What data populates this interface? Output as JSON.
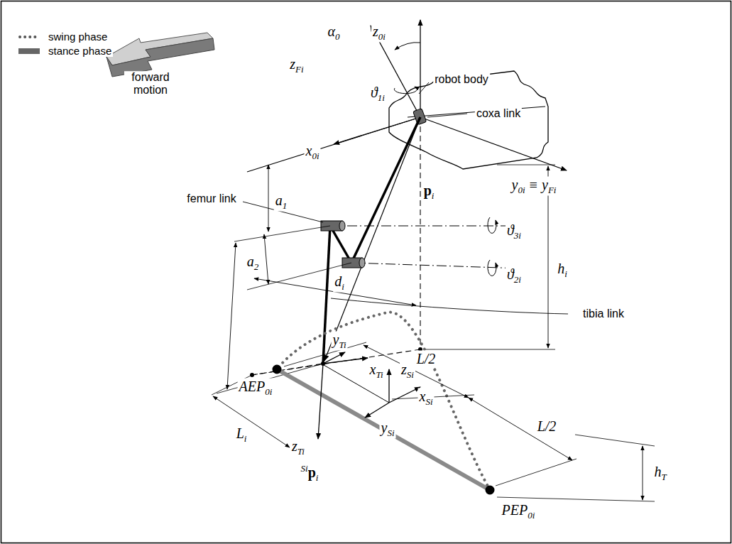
{
  "diagram": {
    "labels": [
      "forward motion",
      "α0",
      "z0i",
      "zFi",
      "ϑ1i",
      "robot body",
      "coxa link",
      "x0i",
      "y0i ≡ yFi",
      "femur link",
      "pi",
      "a1",
      "ϑ3i",
      "a2",
      "ϑ2i",
      "hi",
      "di",
      "tibia link",
      "yTi",
      "xTi",
      "L/2",
      "AEP0i",
      "zSi",
      "xSi",
      "L/2",
      "Li",
      "ySi",
      "zTi",
      "hT",
      "Sipi",
      "PEP0i"
    ],
    "legend": [
      {
        "text": "swing phase"
      },
      {
        "text": "stance phase",
        "color": "#666666"
      }
    ]
  }
}
